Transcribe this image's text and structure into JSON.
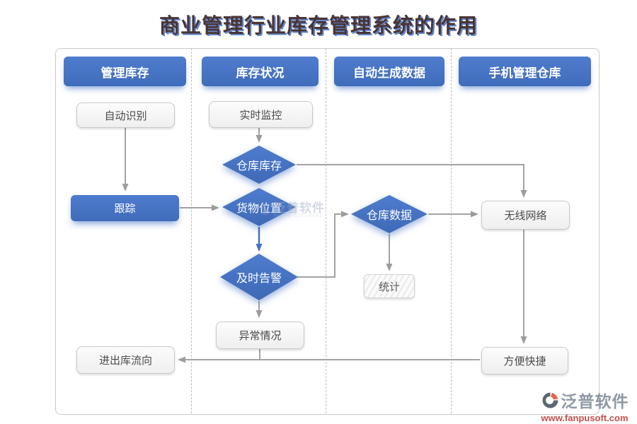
{
  "title": "商业管理行业库存管理系统的作用",
  "columns": [
    {
      "header": "管理库存"
    },
    {
      "header": "库存状况"
    },
    {
      "header": "自动生成数据"
    },
    {
      "header": "手机管理仓库"
    }
  ],
  "nodes": {
    "auto_identify": {
      "label": "自动识别",
      "type": "process"
    },
    "track": {
      "label": "跟踪",
      "type": "highlight"
    },
    "realtime_monitor": {
      "label": "实时监控",
      "type": "process"
    },
    "warehouse_stock": {
      "label": "仓库库存",
      "type": "decision"
    },
    "goods_location": {
      "label": "货物位置",
      "type": "decision"
    },
    "timely_alert": {
      "label": "及时告警",
      "type": "decision"
    },
    "abnormal_situation": {
      "label": "异常情况",
      "type": "process"
    },
    "warehouse_data": {
      "label": "仓库数据",
      "type": "decision"
    },
    "statistics": {
      "label": "统计",
      "type": "hatched"
    },
    "wireless_network": {
      "label": "无线网络",
      "type": "process"
    },
    "convenient": {
      "label": "方便快捷",
      "type": "process"
    },
    "inout_flow": {
      "label": "进出库流向",
      "type": "process"
    }
  },
  "watermark": {
    "text": "泛普软件",
    "subtext": "FANPU SOFTWARE"
  },
  "logo": {
    "brand": "泛普软件",
    "website": "www.fanpusoft.com"
  },
  "colors": {
    "accent_blue": "#4472c4",
    "connector_gray": "#a3a3a3",
    "title_color": "#4a3434",
    "url_red": "#c0504d"
  }
}
